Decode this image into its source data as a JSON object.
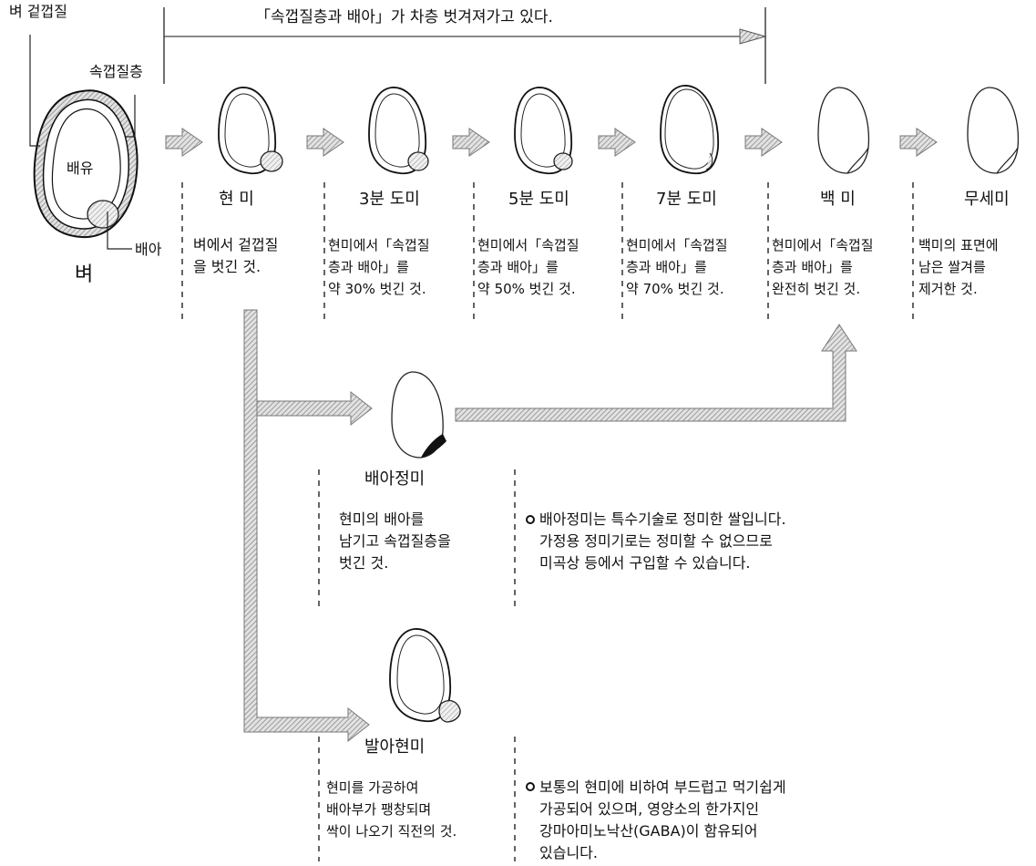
{
  "top_banner": "「속껍질층과 배아」가 차층 벗겨져가고 있다.",
  "rice_grain": {
    "husk_label": "벼 겉껍질",
    "inner_layer_label": "속껍질층",
    "endosperm_label": "배유",
    "germ_label": "배아",
    "name": "벼"
  },
  "stages": [
    {
      "name": "현 미",
      "lines": [
        "벼에서 겉껍질",
        "을 벗긴 것."
      ]
    },
    {
      "name": "3분 도미",
      "lines": [
        "현미에서「속껍질",
        "층과 배아」를",
        "약 30% 벗긴 것."
      ]
    },
    {
      "name": "5분 도미",
      "lines": [
        "현미에서「속껍질",
        "층과 배아」를",
        "약 50% 벗긴 것."
      ]
    },
    {
      "name": "7분 도미",
      "lines": [
        "현미에서「속껍질",
        "층과 배아」를",
        "약 70% 벗긴 것."
      ]
    },
    {
      "name": "백 미",
      "lines": [
        "현미에서「속껍질",
        "층과 배아」를",
        "완전히 벗긴 것."
      ]
    },
    {
      "name": "무세미",
      "lines": [
        "백미의 표면에",
        "남은 쌀겨를",
        "제거한 것."
      ]
    }
  ],
  "branches": [
    {
      "name": "배아정미",
      "lines": [
        "현미의 배아를",
        "남기고 속껍질층을",
        "벗긴 것."
      ],
      "note": [
        "배아정미는 특수기술로 정미한 쌀입니다.",
        "가정용 정미기로는 정미할 수 없으므로",
        "미곡상 등에서 구입할 수 있습니다."
      ]
    },
    {
      "name": "발아현미",
      "lines": [
        "현미를 가공하여",
        "배아부가 팽창되며",
        "싹이 나오기 직전의 것."
      ],
      "note": [
        "보통의 현미에 비하여 부드럽고 먹기쉽게",
        "가공되어 있으며, 영양소의 한가지인",
        "강마아미노낙산(GABA)이 함유되어",
        "있습니다."
      ]
    }
  ],
  "colors": {
    "ink": "#111111",
    "arrow_fill": "#bdbdbd",
    "germ_fill": "#d6d6d6"
  }
}
